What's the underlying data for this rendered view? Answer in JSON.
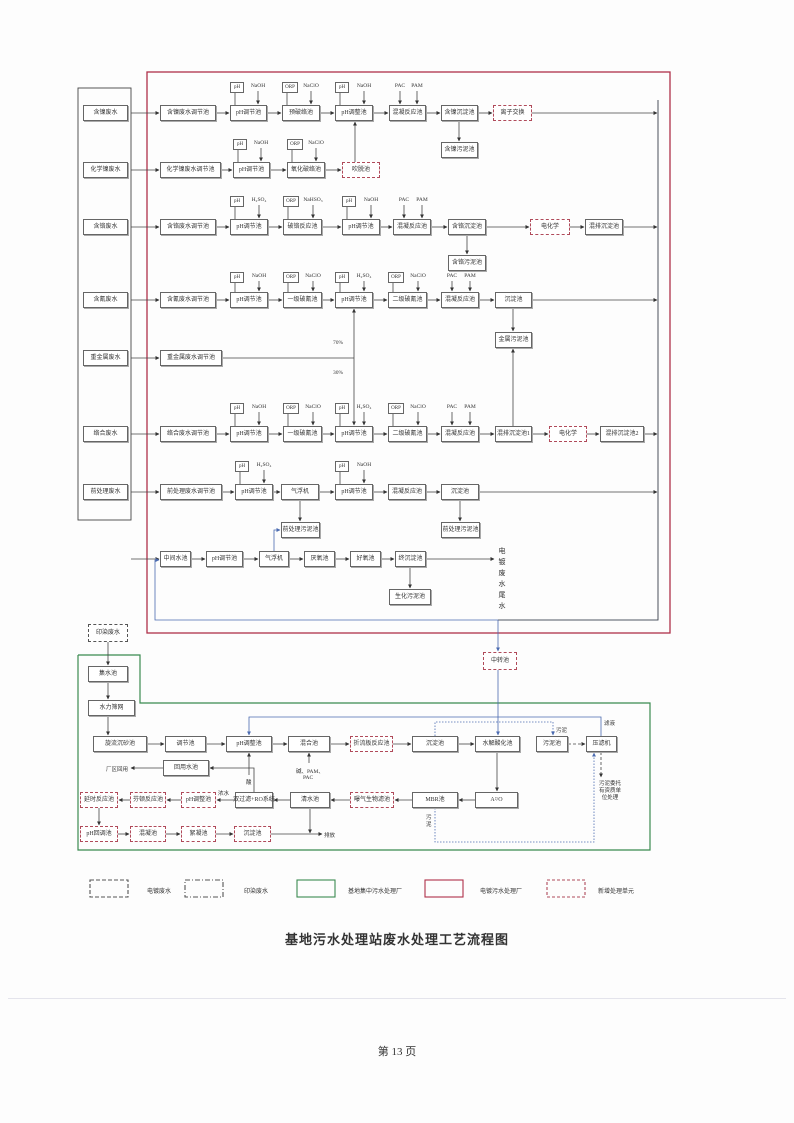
{
  "title": "基地污水处理站废水处理工艺流程图",
  "page": "第 13 页",
  "sources": [
    "含镍废水",
    "化学镍废水",
    "含铬废水",
    "含氰废水",
    "重金属废水",
    "络合废水",
    "前处理废水"
  ],
  "plating": {
    "r1": [
      "含镍废水调节池",
      "pH调节池",
      "预破络池",
      "pH调整池",
      "混凝反应池",
      "含镍沉淀池",
      "离子交换",
      "含镍污泥池"
    ],
    "r2": [
      "化学镍废水调节池",
      "pH调节池",
      "氧化破络池",
      "吹脱池"
    ],
    "r3": [
      "含铬废水调节池",
      "pH调节池",
      "破铬反应池",
      "pH调节池",
      "混凝反应池",
      "含铬沉淀池",
      "电化学",
      "混排沉淀池",
      "含铬污泥池"
    ],
    "r4": [
      "含氰废水调节池",
      "pH调节池",
      "一级破氰池",
      "pH调节池",
      "二级破氰池",
      "混凝反应池",
      "沉淀池",
      "金属污泥池"
    ],
    "r5": [
      "重金属废水调节池"
    ],
    "r6": [
      "络合废水调节池",
      "pH调节池",
      "一级破氰池",
      "pH调节池",
      "二级破氰池",
      "混凝反应池",
      "混排沉淀池1",
      "电化学",
      "混排沉淀池2"
    ],
    "r7": [
      "前处理废水调节池",
      "pH调节池",
      "气浮机",
      "pH调节池",
      "混凝反应池",
      "沉淀池",
      "前处理污泥池",
      "前处理污泥池"
    ],
    "r8": [
      "中间水池",
      "pH调节池",
      "气浮机",
      "厌氧池",
      "好氧池",
      "终沉淀池",
      "生化污泥池"
    ],
    "split": [
      "70%",
      "30%"
    ],
    "tail": "电镀废水尾水",
    "transfer": "中转池"
  },
  "tags": {
    "r1": [
      "pH",
      "NaOH",
      "ORP",
      "NaClO",
      "pH",
      "NaOH",
      "PAC",
      "PAM"
    ],
    "r2": [
      "pH",
      "NaOH",
      "ORP",
      "NaClO"
    ],
    "r3": [
      "pH",
      "H₂SO₄",
      "ORP",
      "NaHSO₃",
      "pH",
      "NaOH",
      "PAC",
      "PAM"
    ],
    "r4": [
      "pH",
      "NaOH",
      "ORP",
      "NaClO",
      "pH",
      "H₂SO₄",
      "ORP",
      "NaClO",
      "PAC",
      "PAM"
    ],
    "r6": [
      "pH",
      "NaOH",
      "ORP",
      "NaClO",
      "pH",
      "H₂SO₄",
      "ORP",
      "NaClO",
      "PAC",
      "PAM"
    ],
    "r7": [
      "pH",
      "H₂SO₄",
      "pH",
      "NaOH"
    ]
  },
  "dyeing": {
    "source": "印染废水",
    "units": [
      "集水池",
      "水力筛网",
      "旋流沉砂池",
      "调节池",
      "pH调整池",
      "混合池",
      "折流板反应池",
      "沉淀池",
      "水解酸化池",
      "污泥池",
      "压滤机",
      "回用水池",
      "延时反应池",
      "芬顿反应池",
      "pH调整池",
      "双过滤+RO系统",
      "清水池",
      "曝气生物滤池",
      "MBR池",
      "A²/O",
      "pH回调池",
      "混凝池",
      "絮凝池",
      "沉淀池"
    ],
    "labels": {
      "reuse": "厂区回用",
      "acid": "酸",
      "chem1": "碱、PAM、",
      "chem2": "PAC",
      "concentrate": "浓水",
      "discharge": "排放",
      "sludge1": "污泥",
      "filtrate": "滤液",
      "sludge2": "污泥",
      "disposal": "污泥委托有资质单位处理"
    }
  },
  "legend": [
    "电镀废水",
    "印染废水",
    "基地集中污水处理厂",
    "电镀污水处理厂",
    "新增处理单元"
  ],
  "colors": {
    "plating_plant": "#b0304a",
    "central_plant": "#3a8a50",
    "new_unit": "#b04a5a",
    "return_line": "#4a6ab0"
  }
}
